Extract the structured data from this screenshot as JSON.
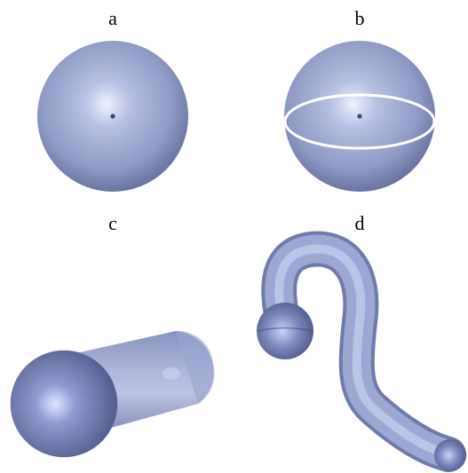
{
  "labels": {
    "a": "a",
    "b": "b",
    "c": "c",
    "d": "d"
  },
  "colors": {
    "surface": "#8c98c4",
    "surface_dark": "#5f6a98",
    "highlight": "#e8eeff",
    "equator": "#ffffff",
    "center_dot": "#3e4670"
  }
}
